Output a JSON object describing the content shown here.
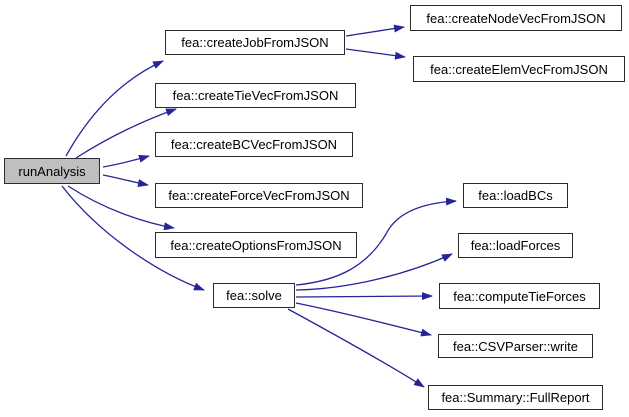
{
  "graph": {
    "type": "call-graph",
    "root": "runAnalysis",
    "nodes": {
      "runAnalysis": {
        "label": "runAnalysis"
      },
      "createJobFromJSON": {
        "label": "fea::createJobFromJSON"
      },
      "createTieVecFromJSON": {
        "label": "fea::createTieVecFromJSON"
      },
      "createBCVecFromJSON": {
        "label": "fea::createBCVecFromJSON"
      },
      "createForceVecFromJSON": {
        "label": "fea::createForceVecFromJSON"
      },
      "createOptionsFromJSON": {
        "label": "fea::createOptionsFromJSON"
      },
      "solve": {
        "label": "fea::solve"
      },
      "createNodeVecFromJSON": {
        "label": "fea::createNodeVecFromJSON"
      },
      "createElemVecFromJSON": {
        "label": "fea::createElemVecFromJSON"
      },
      "loadBCs": {
        "label": "fea::loadBCs"
      },
      "loadForces": {
        "label": "fea::loadForces"
      },
      "computeTieForces": {
        "label": "fea::computeTieForces"
      },
      "csvParserWrite": {
        "label": "fea::CSVParser::write"
      },
      "summaryFullReport": {
        "label": "fea::Summary::FullReport"
      }
    },
    "edges": [
      {
        "from": "runAnalysis",
        "to": "fea::createJobFromJSON"
      },
      {
        "from": "runAnalysis",
        "to": "fea::createTieVecFromJSON"
      },
      {
        "from": "runAnalysis",
        "to": "fea::createBCVecFromJSON"
      },
      {
        "from": "runAnalysis",
        "to": "fea::createForceVecFromJSON"
      },
      {
        "from": "runAnalysis",
        "to": "fea::createOptionsFromJSON"
      },
      {
        "from": "runAnalysis",
        "to": "fea::solve"
      },
      {
        "from": "fea::createJobFromJSON",
        "to": "fea::createNodeVecFromJSON"
      },
      {
        "from": "fea::createJobFromJSON",
        "to": "fea::createElemVecFromJSON"
      },
      {
        "from": "fea::solve",
        "to": "fea::loadBCs"
      },
      {
        "from": "fea::solve",
        "to": "fea::loadForces"
      },
      {
        "from": "fea::solve",
        "to": "fea::computeTieForces"
      },
      {
        "from": "fea::solve",
        "to": "fea::CSVParser::write"
      },
      {
        "from": "fea::solve",
        "to": "fea::Summary::FullReport"
      }
    ],
    "colors": {
      "edge": "#252599",
      "root_fill": "#bfbfbf",
      "node_fill": "#ffffff",
      "node_border": "#2b2b2b",
      "background": "#ffffff",
      "text": "#000000"
    }
  }
}
